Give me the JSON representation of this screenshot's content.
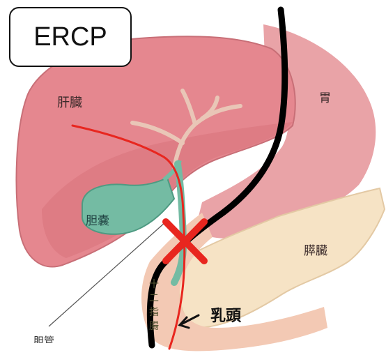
{
  "title": "ERCP",
  "labels": {
    "liver": "肝臓",
    "stomach": "胃",
    "gallbladder": "胆嚢",
    "pancreas": "膵臓",
    "duodenum": "十二指腸",
    "papilla": "乳頭",
    "bile_duct": "胆管"
  },
  "colors": {
    "liver": "#e5878f",
    "stomach": "#e9a3a7",
    "gallbladder": "#74bba3",
    "pancreas": "#f6e3c5",
    "duodenum": "#f3c9b4",
    "scope": "#000000",
    "guidewire": "#e8261f",
    "blockage": "#e8261f"
  }
}
